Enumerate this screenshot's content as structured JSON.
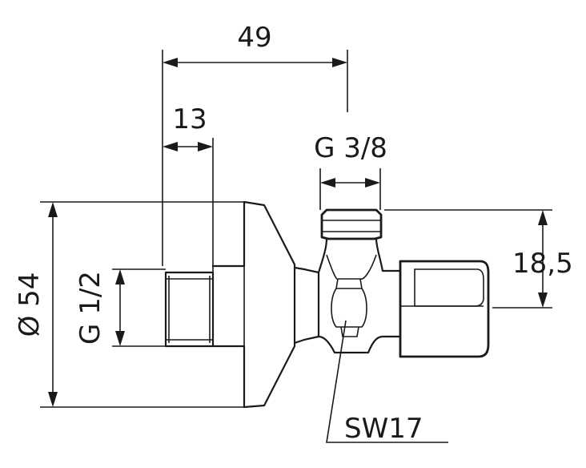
{
  "labels": {
    "overall_length": "49",
    "thread_length": "13",
    "outlet_thread": "G 3/8",
    "outlet_height": "18,5",
    "rosette_diameter": "Ø 54",
    "inlet_thread": "G 1/2",
    "wrench_size": "SW17"
  }
}
